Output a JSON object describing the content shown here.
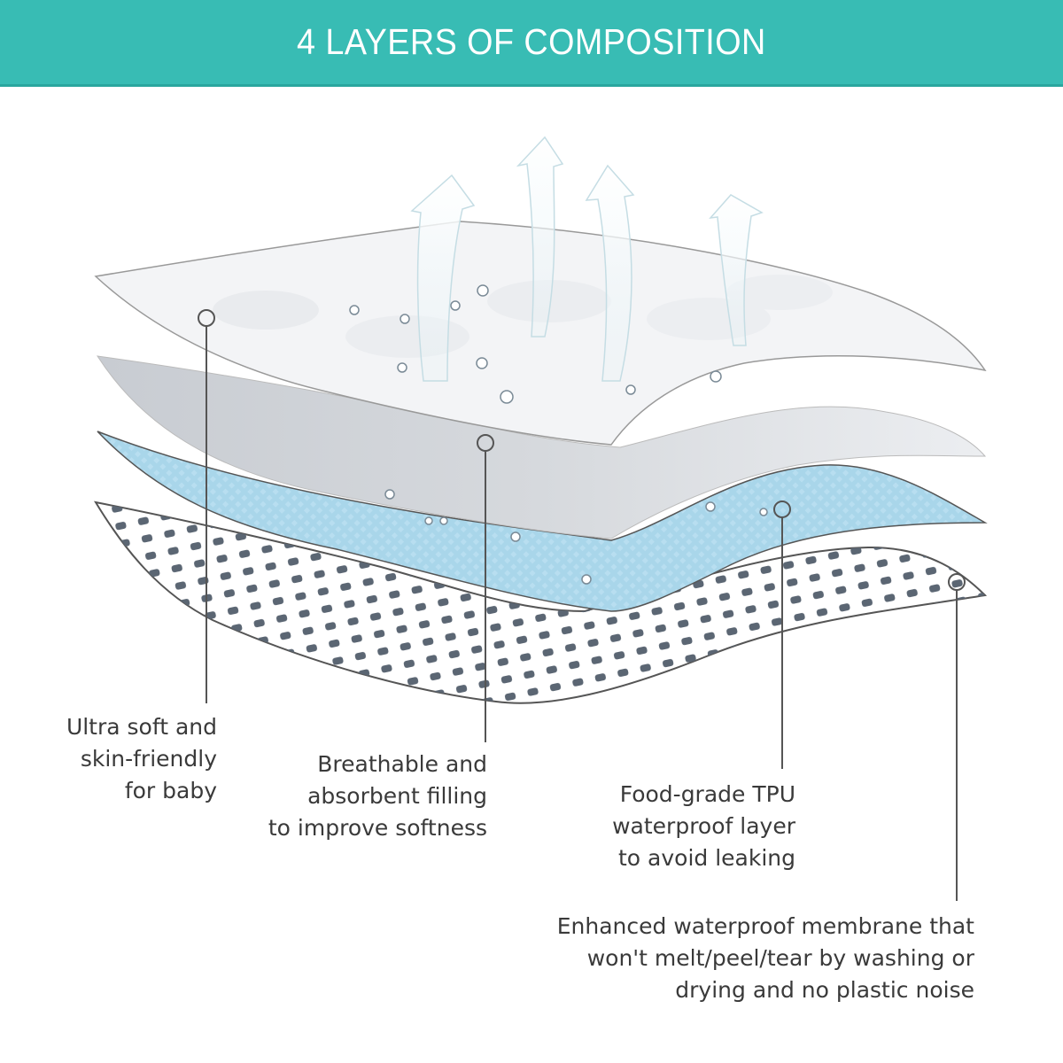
{
  "header": {
    "title": "4 LAYERS OF COMPOSITION",
    "background_color": "#38bcb4"
  },
  "diagram": {
    "subject": "4-layer waterproof pad cross-section",
    "layers": [
      {
        "name": "top-layer",
        "color": "#f2f3f5"
      },
      {
        "name": "filling-layer",
        "color": "#d3d6db"
      },
      {
        "name": "tpu-layer",
        "color": "#a9d6ea"
      },
      {
        "name": "membrane-layer",
        "color": "#ffffff",
        "dot_color": "#5b6673"
      }
    ],
    "airflow_arrows": 4
  },
  "callouts": [
    {
      "id": "layer-1",
      "lines": [
        "Ultra soft and",
        "skin-friendly",
        "for baby"
      ]
    },
    {
      "id": "layer-2",
      "lines": [
        "Breathable and",
        "absorbent filling",
        "to improve softness"
      ]
    },
    {
      "id": "layer-3",
      "lines": [
        "Food-grade TPU",
        "waterproof layer",
        "to avoid leaking"
      ]
    },
    {
      "id": "layer-4",
      "lines": [
        "Enhanced waterproof membrane that",
        "won't melt/peel/tear by washing or",
        "drying and no plastic noise"
      ]
    }
  ],
  "colors": {
    "text": "#3a3a3a",
    "leader_line": "#555555"
  }
}
